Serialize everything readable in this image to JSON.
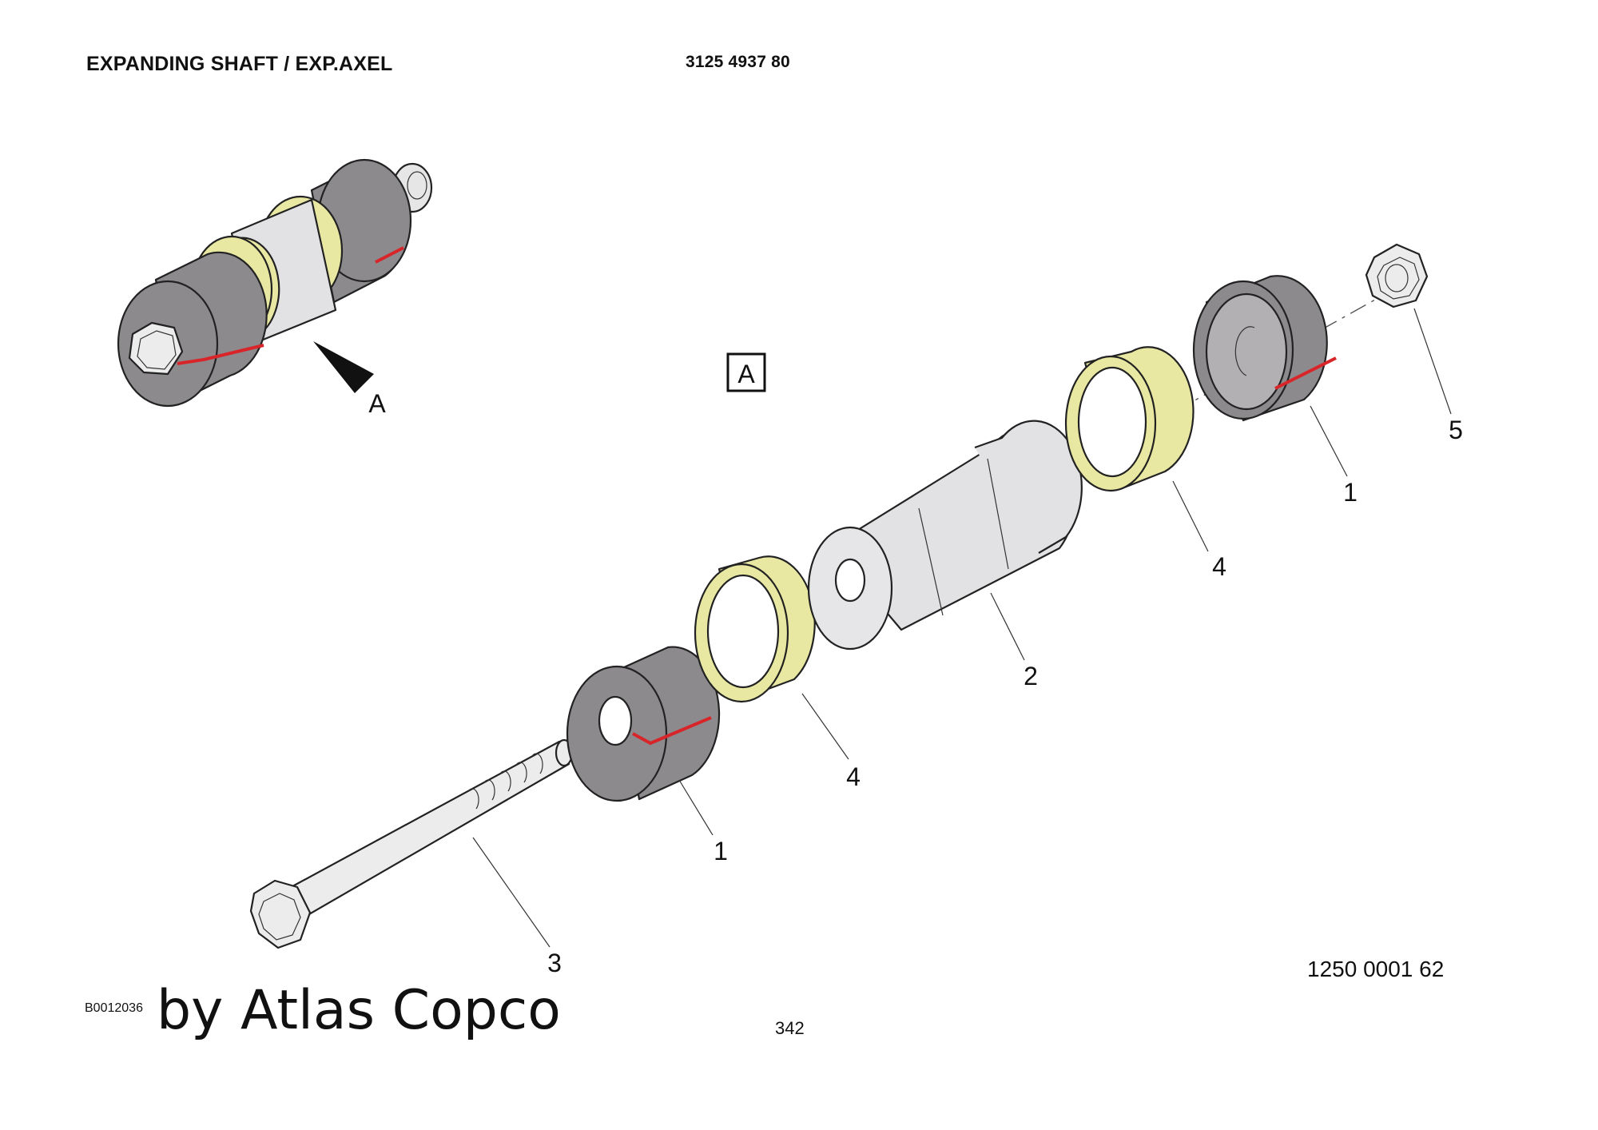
{
  "header": {
    "title": "EXPANDING SHAFT / EXP.AXEL",
    "part_number": "3125 4937 80"
  },
  "view": {
    "detail_marker": "A",
    "view_box_label": "A"
  },
  "callouts": [
    {
      "id": "c1a",
      "text": "1"
    },
    {
      "id": "c1b",
      "text": "1"
    },
    {
      "id": "c2",
      "text": "2"
    },
    {
      "id": "c3",
      "text": "3"
    },
    {
      "id": "c4a",
      "text": "4"
    },
    {
      "id": "c4b",
      "text": "4"
    },
    {
      "id": "c5",
      "text": "5"
    }
  ],
  "footer": {
    "figure_number": "1250 0001 62",
    "drawing_id": "B0012036",
    "byline": "by Atlas Copco",
    "page_number": "342"
  },
  "colors": {
    "dark_sleeve": "#8c8a8d",
    "yellow_ring": "#e8e8a2",
    "red_slot": "#d8252a",
    "light_part": "#e2e2e4"
  }
}
